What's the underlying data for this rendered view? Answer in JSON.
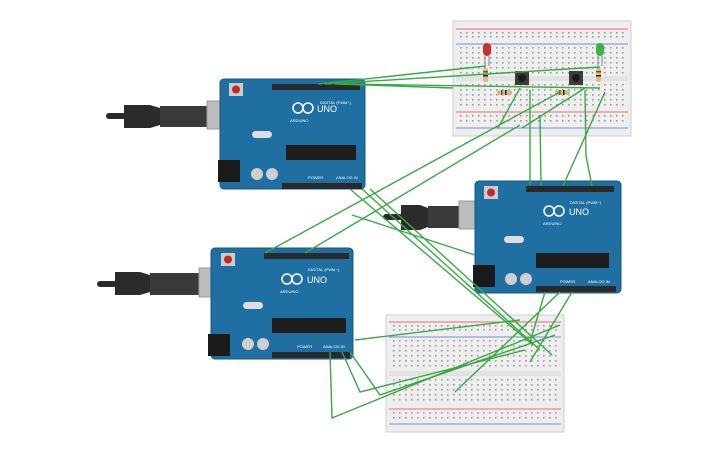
{
  "boards": [
    {
      "id": "uno-top",
      "brand": "ARDUINO",
      "model": "UNO",
      "digital_label": "DIGITAL (PWM~)",
      "power_label": "POWER",
      "analog_label": "ANALOG IN"
    },
    {
      "id": "uno-right",
      "brand": "ARDUINO",
      "model": "UNO",
      "digital_label": "DIGITAL (PWM~)",
      "power_label": "POWER",
      "analog_label": "ANALOG IN"
    },
    {
      "id": "uno-left",
      "brand": "ARDUINO",
      "model": "UNO",
      "digital_label": "DIGITAL (PWM~)",
      "power_label": "POWER",
      "analog_label": "ANALOG IN"
    }
  ],
  "breadboards": [
    {
      "id": "breadboard-top"
    },
    {
      "id": "breadboard-bottom"
    }
  ],
  "leds": [
    {
      "id": "led-red",
      "color": "#d42a2a"
    },
    {
      "id": "led-green",
      "color": "#2fb84a"
    }
  ],
  "colors": {
    "board": "#1f6fa3",
    "board_edge": "#17587f",
    "wire": "#3aa845",
    "header": "#2a2a2a",
    "breadboard": "#f1f1f1",
    "rail_red": "#d84a4a",
    "rail_blue": "#4a6fd8"
  }
}
